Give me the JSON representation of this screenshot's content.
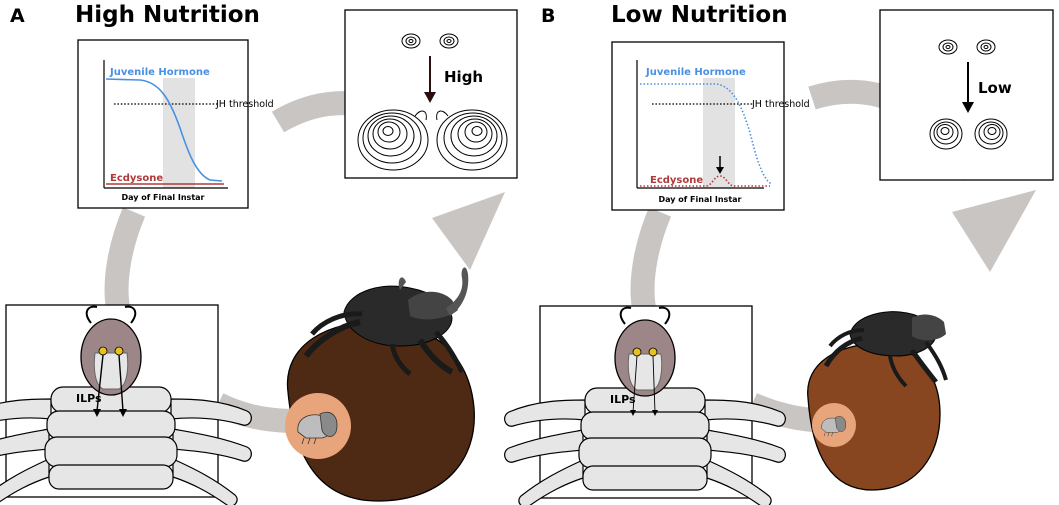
{
  "colors": {
    "juvenile_hormone": "#4a90e2",
    "ecdysone": "#b03a3a",
    "cycle_arrow": "#c9c5c2",
    "dung_high": "#4e2a14",
    "dung_low": "#87461f",
    "beetle": "#2a2a2a",
    "larva_head": "#9c8688",
    "larva_body": "#e6e6e6",
    "critical_period": "#e2e2e2"
  },
  "panels": [
    {
      "letter": "A",
      "title": "High Nutrition",
      "graph": {
        "jh_label": "Juvenile Hormone",
        "threshold_label": "JH threshold",
        "ecdysone_label": "Ecdysone",
        "x_axis_label": "Day of Final Instar",
        "jh_line_style": "solid"
      },
      "disc_level_label": "High",
      "ilp_label": "ILPs"
    },
    {
      "letter": "B",
      "title": "Low Nutrition",
      "graph": {
        "jh_label": "Juvenile Hormone",
        "threshold_label": "JH threshold",
        "ecdysone_label": "Ecdysone",
        "x_axis_label": "Day of Final Instar",
        "jh_line_style": "dotted"
      },
      "disc_level_label": "Low",
      "ilp_label": "ILPs"
    }
  ]
}
